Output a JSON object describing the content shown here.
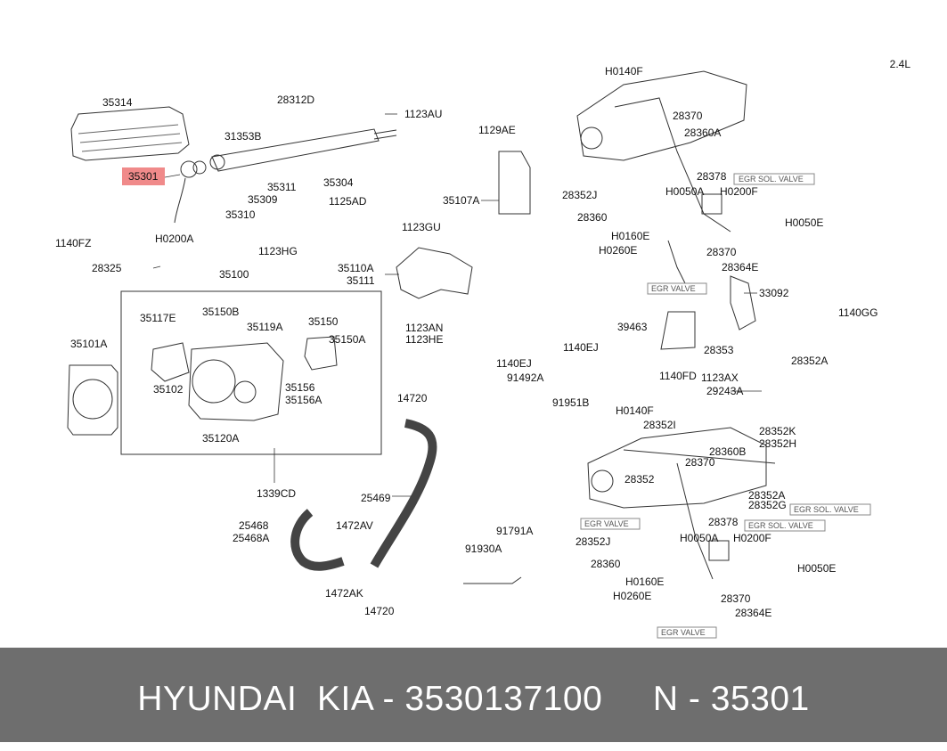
{
  "engine_label": "2.4L",
  "highlight_color": "#f08a8a",
  "footer": {
    "text": "HYUNDAI  KIA - 3530137100     N - 35301",
    "background": "#6e6e6e"
  },
  "parts": [
    {
      "id": "35314",
      "text": "35314"
    },
    {
      "id": "28312D",
      "text": "28312D"
    },
    {
      "id": "1123AU",
      "text": "1123AU"
    },
    {
      "id": "31353B",
      "text": "31353B"
    },
    {
      "id": "35301",
      "text": "35301",
      "highlighted": true
    },
    {
      "id": "35304",
      "text": "35304"
    },
    {
      "id": "35311",
      "text": "35311"
    },
    {
      "id": "35309",
      "text": "35309"
    },
    {
      "id": "35310",
      "text": "35310"
    },
    {
      "id": "1125AD",
      "text": "1125AD"
    },
    {
      "id": "H0200A",
      "text": "H0200A"
    },
    {
      "id": "1140FZ",
      "text": "1140FZ"
    },
    {
      "id": "28325",
      "text": "28325"
    },
    {
      "id": "1129AE",
      "text": "1129AE"
    },
    {
      "id": "35107A",
      "text": "35107A"
    },
    {
      "id": "1123GU",
      "text": "1123GU"
    },
    {
      "id": "35110A",
      "text": "35110A"
    },
    {
      "id": "35111",
      "text": "35111"
    },
    {
      "id": "1123HG",
      "text": "1123HG"
    },
    {
      "id": "35100",
      "text": "35100"
    },
    {
      "id": "35117E",
      "text": "35117E"
    },
    {
      "id": "35150B",
      "text": "35150B"
    },
    {
      "id": "35119A",
      "text": "35119A"
    },
    {
      "id": "35150",
      "text": "35150"
    },
    {
      "id": "35150A",
      "text": "35150A"
    },
    {
      "id": "35101A",
      "text": "35101A"
    },
    {
      "id": "35102",
      "text": "35102"
    },
    {
      "id": "35156",
      "text": "35156"
    },
    {
      "id": "35156A",
      "text": "35156A"
    },
    {
      "id": "35120A",
      "text": "35120A"
    },
    {
      "id": "1339CD",
      "text": "1339CD"
    },
    {
      "id": "1123AN",
      "text": "1123AN"
    },
    {
      "id": "1123HE",
      "text": "1123HE"
    },
    {
      "id": "1140EJ_a",
      "text": "1140EJ"
    },
    {
      "id": "91492A",
      "text": "91492A"
    },
    {
      "id": "1140EJ_b",
      "text": "1140EJ"
    },
    {
      "id": "91951B",
      "text": "91951B"
    },
    {
      "id": "14720_a",
      "text": "14720"
    },
    {
      "id": "25469",
      "text": "25469"
    },
    {
      "id": "25468",
      "text": "25468"
    },
    {
      "id": "25468A",
      "text": "25468A"
    },
    {
      "id": "1472AV",
      "text": "1472AV"
    },
    {
      "id": "1472AK",
      "text": "1472AK"
    },
    {
      "id": "14720_b",
      "text": "14720"
    },
    {
      "id": "91791A",
      "text": "91791A"
    },
    {
      "id": "91930A",
      "text": "91930A"
    },
    {
      "id": "H0140F_a",
      "text": "H0140F"
    },
    {
      "id": "28370_a",
      "text": "28370"
    },
    {
      "id": "28360A_a",
      "text": "28360A"
    },
    {
      "id": "28378_a",
      "text": "28378"
    },
    {
      "id": "28352J_a",
      "text": "28352J"
    },
    {
      "id": "H0050A_a",
      "text": "H0050A"
    },
    {
      "id": "H0200F_a",
      "text": "H0200F"
    },
    {
      "id": "28360_a",
      "text": "28360"
    },
    {
      "id": "H0050E_a",
      "text": "H0050E"
    },
    {
      "id": "H0160E_a",
      "text": "H0160E"
    },
    {
      "id": "H0260E_a",
      "text": "H0260E"
    },
    {
      "id": "28370_b",
      "text": "28370"
    },
    {
      "id": "28364E_a",
      "text": "28364E"
    },
    {
      "id": "33092",
      "text": "33092"
    },
    {
      "id": "39463",
      "text": "39463"
    },
    {
      "id": "1140GG",
      "text": "1140GG"
    },
    {
      "id": "28353",
      "text": "28353"
    },
    {
      "id": "28352A_a",
      "text": "28352A"
    },
    {
      "id": "1140FD",
      "text": "1140FD"
    },
    {
      "id": "1123AX",
      "text": "1123AX"
    },
    {
      "id": "29243A",
      "text": "29243A"
    },
    {
      "id": "H0140F_b",
      "text": "H0140F"
    },
    {
      "id": "28352I",
      "text": "28352I"
    },
    {
      "id": "28352K",
      "text": "28352K"
    },
    {
      "id": "28352H",
      "text": "28352H"
    },
    {
      "id": "28360B",
      "text": "28360B"
    },
    {
      "id": "28370_c",
      "text": "28370"
    },
    {
      "id": "28352_a",
      "text": "28352"
    },
    {
      "id": "28352A_b",
      "text": "28352A"
    },
    {
      "id": "28352G",
      "text": "28352G"
    },
    {
      "id": "28378_b",
      "text": "28378"
    },
    {
      "id": "28352J_b",
      "text": "28352J"
    },
    {
      "id": "H0050A_b",
      "text": "H0050A"
    },
    {
      "id": "H0200F_b",
      "text": "H0200F"
    },
    {
      "id": "28360_b",
      "text": "28360"
    },
    {
      "id": "H0050E_b",
      "text": "H0050E"
    },
    {
      "id": "H0160E_b",
      "text": "H0160E"
    },
    {
      "id": "H0260E_b",
      "text": "H0260E"
    },
    {
      "id": "28370_d",
      "text": "28370"
    },
    {
      "id": "28364E_b",
      "text": "28364E"
    }
  ],
  "tags": [
    {
      "id": "egr_sol_valve_a",
      "text": "EGR SOL. VALVE"
    },
    {
      "id": "egr_valve_a",
      "text": "EGR VALVE"
    },
    {
      "id": "egr_sol_valve_b",
      "text": "EGR SOL. VALVE"
    },
    {
      "id": "egr_valve_b",
      "text": "EGR VALVE"
    },
    {
      "id": "egr_sol_valve_c",
      "text": "EGR SOL. VALVE"
    },
    {
      "id": "egr_valve_c",
      "text": "EGR VALVE"
    }
  ]
}
